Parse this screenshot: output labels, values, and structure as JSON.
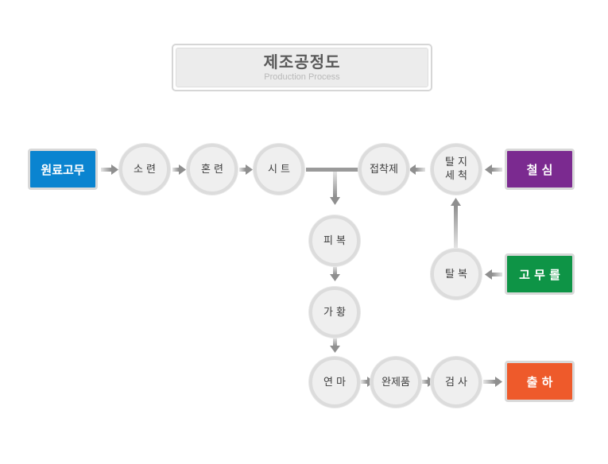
{
  "title": {
    "main": "제조공정도",
    "sub": "Production Process"
  },
  "colors": {
    "raw_rubber": "#0a84d0",
    "steel_core": "#7b2a90",
    "rubber_roll": "#0e9446",
    "shipping": "#ee5a2b",
    "flow_line": "#9a9a9a"
  },
  "boxes": {
    "raw_rubber": "원료고무",
    "steel_core": "철 심",
    "rubber_roll": "고 무 롤",
    "shipping": "출 하"
  },
  "steps": {
    "mastication": "소 련",
    "compounding": "혼 련",
    "sheet": "시 트",
    "bonding": "접착제",
    "degreasing": "탈 지\n세 척",
    "stripping": "탈 복",
    "covering": "피 복",
    "vulcanizing": "가 황",
    "grinding": "연 마",
    "finished_product": "완제품",
    "inspection": "검 사"
  }
}
